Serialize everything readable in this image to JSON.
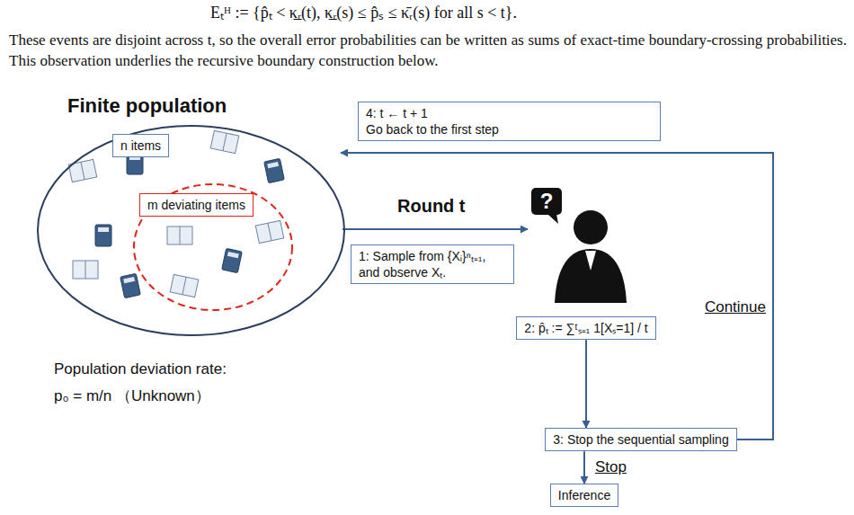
{
  "diagram": {
    "nodes": [
      {
        "text": [
          "Finite population"
        ]
      },
      {
        "text": [
          "n items"
        ],
        "in": 0
      },
      {
        "text": [
          "m deviating items"
        ],
        "in": 0
      },
      {
        "text": [
          "1: Sample from {Xᵢ}ⁿₜ₌₁, and observe Xₜ."
        ]
      },
      {
        "text": [
          "?"
        ]
      },
      {
        "text": [
          "2: p̂ₜ := ∑ᵗₛ₌₁ 1[Xₛ=1] / t"
        ]
      },
      {
        "text": [
          "3: Stop the sequential sampling"
        ]
      },
      {
        "text": [
          "Inference"
        ]
      },
      {
        "text": [
          "4: t ← t + 1",
          "Go back to the first step"
        ]
      }
    ],
    "edges": [
      {
        "from": 0,
        "to": 4,
        "label": "Round t",
        "arrow": "to"
      },
      {
        "from": 5,
        "to": 6,
        "arrow": "to"
      },
      {
        "from": 6,
        "to": 7,
        "label": "Stop",
        "arrow": "to"
      },
      {
        "from": 6,
        "to": 0,
        "label": "Continue",
        "arrow": "to"
      }
    ],
    "labels": [
      "Eₜᴴ := {p̂ₜ < κ̲ᵣ(t), κ̲ᵣ(s) ≤ p̂ₛ ≤ κ̄ᵣ(s) for all s < t}.",
      "These events are disjoint across t, so the overall error probabilities can be written as sums of exact-time boundary-crossing probabilities. This observation underlies the recursive boundary construction below.",
      "Population deviation rate:",
      "p₀ = m/n （Unknown）"
    ]
  }
}
